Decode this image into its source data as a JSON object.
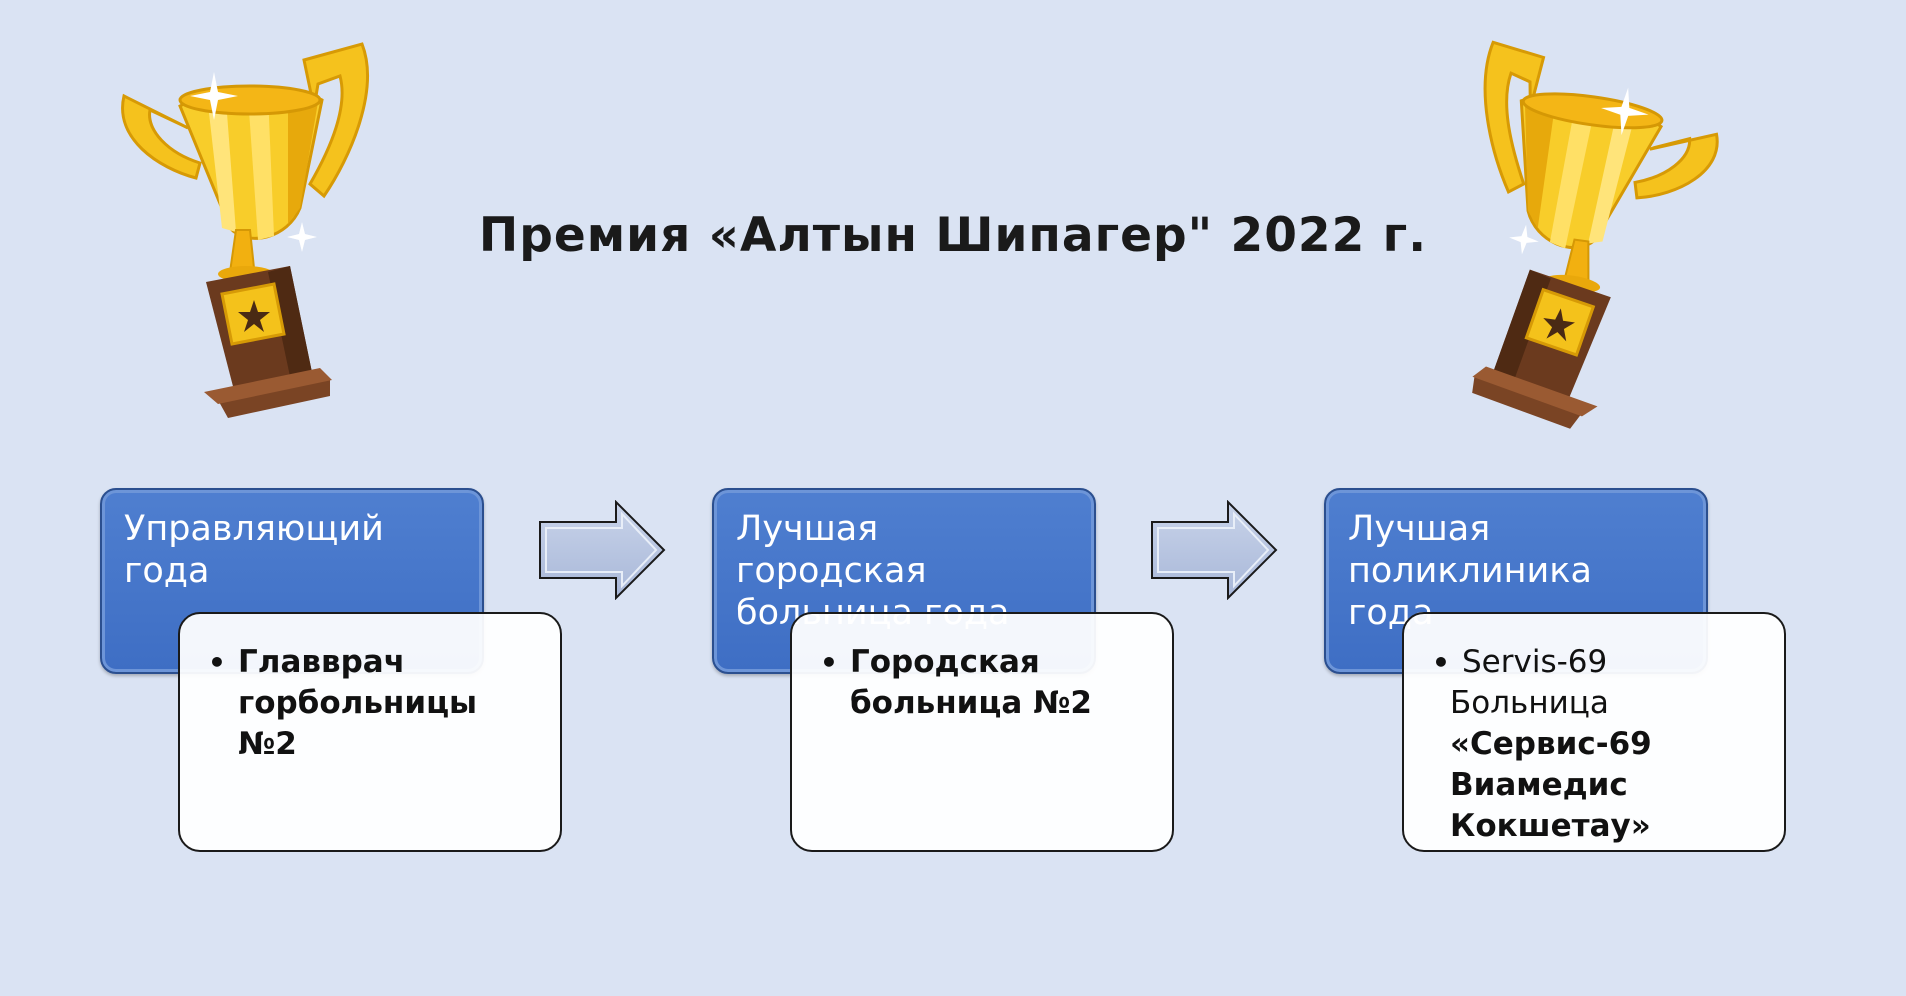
{
  "title": "Премия «Алтын Шипагер\" 2022 г.",
  "stages": [
    {
      "heading": "Управляющий года",
      "items": [
        "Главврач горбольницы №2"
      ]
    },
    {
      "heading": "Лучшая городская больница года",
      "items": [
        "Городская больница №2"
      ]
    },
    {
      "heading": "Лучшая поликлиника года",
      "items": [
        "Servis-69",
        "Больница «Сервис-69 Виамедис Кокшетау»"
      ]
    }
  ],
  "colors": {
    "background": "#dae3f3",
    "box_blue": "#4472c4",
    "trophy_gold": "#f7c31c",
    "trophy_base": "#6b3a1e"
  },
  "icons": [
    "trophy-icon",
    "arrow-right-icon"
  ]
}
